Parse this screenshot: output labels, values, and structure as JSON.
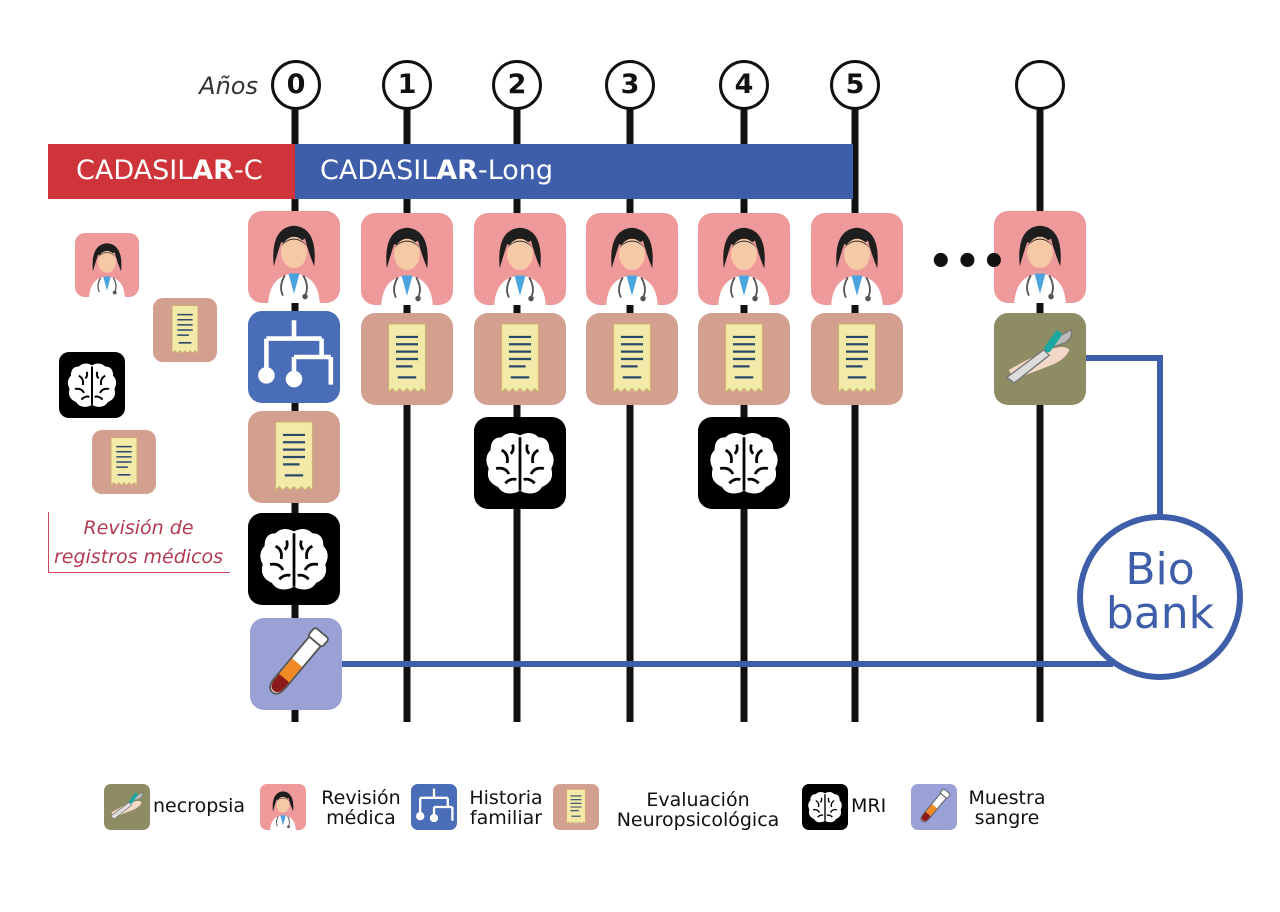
{
  "axis_label": "Años",
  "years": [
    "0",
    "1",
    "2",
    "3",
    "4",
    "5",
    ""
  ],
  "studies": {
    "cross_sectional": {
      "prefix": "CADASIL",
      "bold": "AR",
      "suffix": "-C",
      "color": "#d0343b"
    },
    "longitudinal": {
      "prefix": "CADASIL",
      "bold": "AR",
      "suffix": "-Long",
      "color": "#3f5ea9"
    }
  },
  "ellipsis": "•••",
  "records_review": {
    "line1": "Revisión de",
    "line2": "registros médicos"
  },
  "biobank": {
    "line1": "Bio",
    "line2": "bank",
    "color": "#3f5ea9"
  },
  "legend": {
    "necropsy": "necropsia",
    "medical_review": {
      "line1": "Revisión",
      "line2": "médica"
    },
    "family_history": {
      "line1": "Historia",
      "line2": "familiar"
    },
    "neuropsych": {
      "line1": "Evaluación",
      "line2": "Neuropsicológica"
    },
    "mri": "MRI",
    "blood_sample": {
      "line1": "Muestra",
      "line2": "sangre"
    }
  },
  "icons": {
    "medical_review": "doctor-icon",
    "family_history": "family-tree-icon",
    "neuropsych": "document-icon",
    "mri": "brain-icon",
    "blood_sample": "blood-tube-icon",
    "necropsy": "scalpel-icon"
  },
  "colors": {
    "medical_review": "#ef9a9a",
    "family_history": "#4a6db7",
    "neuropsych": "#d39f8f",
    "mri": "#000000",
    "blood_sample": "#9aa1d6",
    "necropsy": "#8e8c63",
    "connector": "#3f5ea9"
  }
}
